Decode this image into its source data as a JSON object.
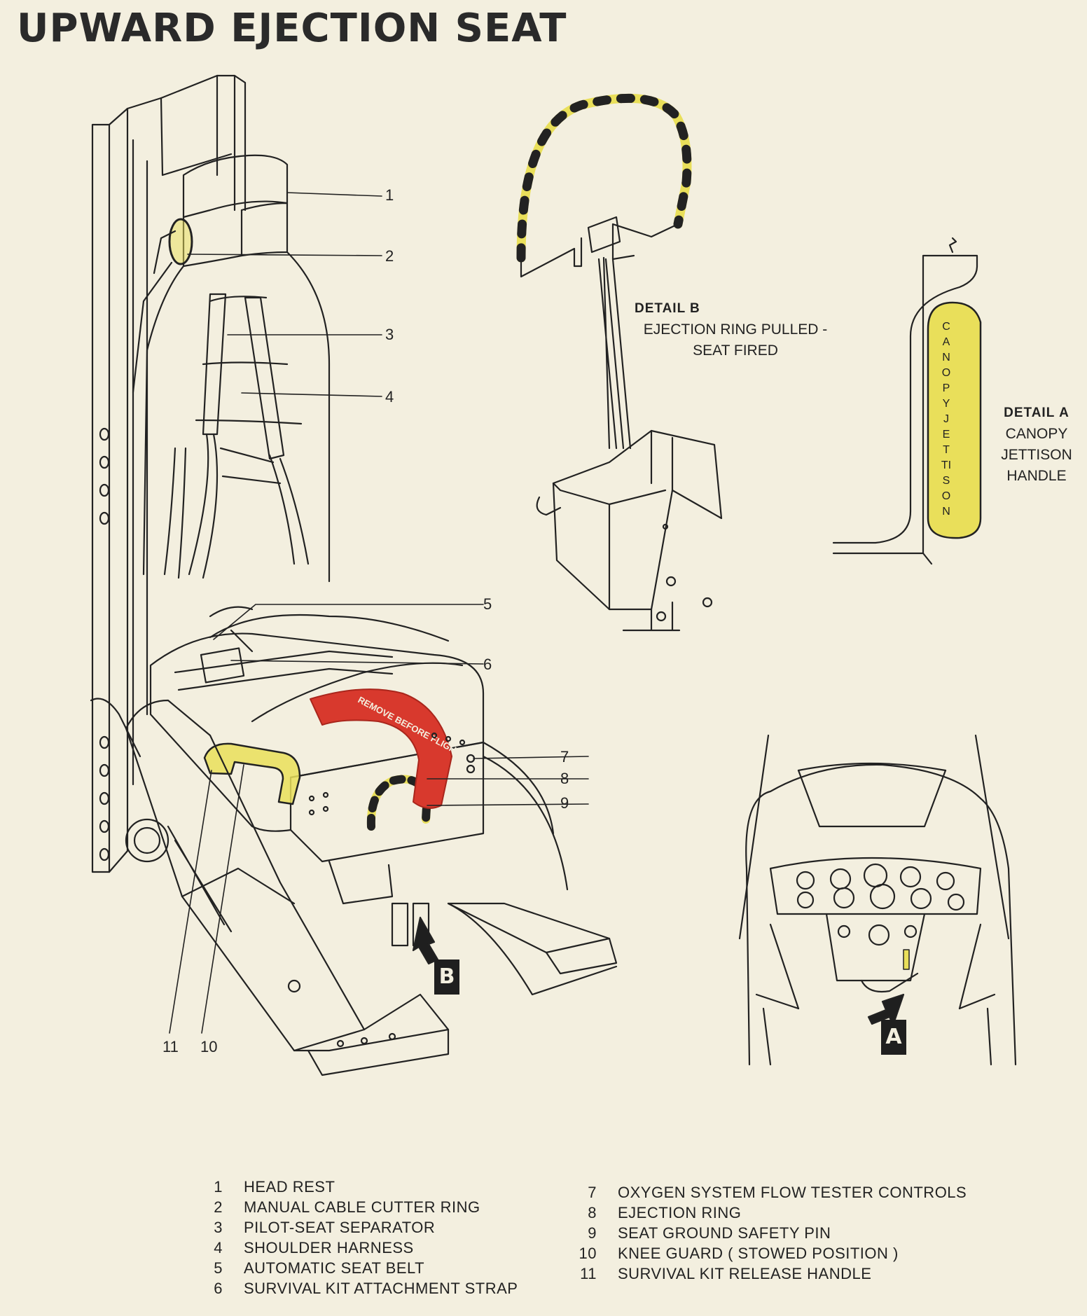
{
  "title": "UPWARD EJECTION SEAT",
  "colors": {
    "background": "#f3efdf",
    "ink": "#222222",
    "yellow": "#e9df5a",
    "red": "#d8392d"
  },
  "callouts": [
    "1",
    "2",
    "3",
    "4",
    "5",
    "6",
    "7",
    "8",
    "9",
    "11",
    "10"
  ],
  "red_tag_text": "REMOVE BEFORE FLIGHT",
  "detail_b": {
    "heading": "DETAIL",
    "letter": "B",
    "caption_line1": "EJECTION RING PULLED -",
    "caption_line2": "SEAT FIRED"
  },
  "detail_a": {
    "heading": "DETAIL",
    "letter": "A",
    "caption_line1": "CANOPY",
    "caption_line2": "JETTISON",
    "caption_line3": "HANDLE",
    "handle_text": "CANOPY JETTISON"
  },
  "markers": {
    "b": "B",
    "a": "A"
  },
  "legend": {
    "left": [
      {
        "num": "1",
        "label": "HEAD REST"
      },
      {
        "num": "2",
        "label": "MANUAL CABLE CUTTER RING"
      },
      {
        "num": "3",
        "label": "PILOT-SEAT SEPARATOR"
      },
      {
        "num": "4",
        "label": "SHOULDER HARNESS"
      },
      {
        "num": "5",
        "label": "AUTOMATIC SEAT BELT"
      },
      {
        "num": "6",
        "label": "SURVIVAL KIT ATTACHMENT STRAP"
      }
    ],
    "right": [
      {
        "num": "7",
        "label": "OXYGEN SYSTEM FLOW TESTER CONTROLS"
      },
      {
        "num": "8",
        "label": "EJECTION RING"
      },
      {
        "num": "9",
        "label": "SEAT GROUND SAFETY PIN"
      },
      {
        "num": "10",
        "label": "KNEE GUARD ( STOWED POSITION )"
      },
      {
        "num": "11",
        "label": "SURVIVAL KIT RELEASE HANDLE"
      }
    ]
  }
}
